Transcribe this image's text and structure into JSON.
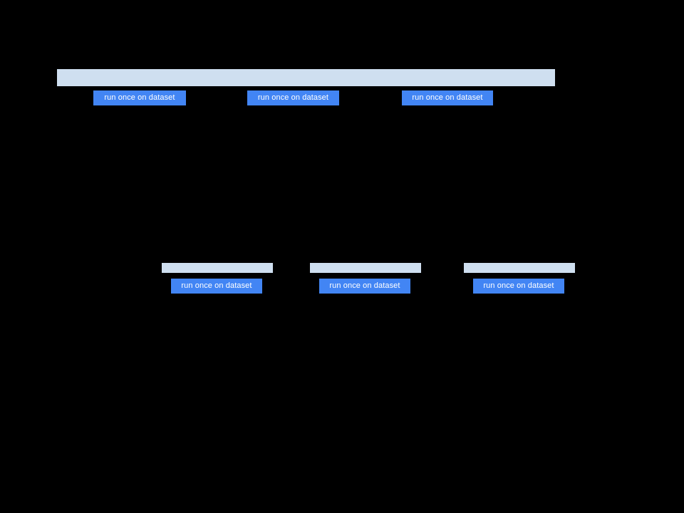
{
  "theme": {
    "background_color": "#000000",
    "placeholder_color": "#cfdff0",
    "button_color": "#4285f4",
    "button_text_color": "#ffffff"
  },
  "top_section": {
    "banner": {
      "text": ""
    },
    "buttons": [
      {
        "label": "run once on dataset"
      },
      {
        "label": "run once on dataset"
      },
      {
        "label": "run once on dataset"
      }
    ]
  },
  "card_section": {
    "cards": [
      {
        "title": "",
        "button": {
          "label": "run once on dataset"
        }
      },
      {
        "title": "",
        "button": {
          "label": "run once on dataset"
        }
      },
      {
        "title": "",
        "button": {
          "label": "run once on dataset"
        }
      }
    ]
  }
}
